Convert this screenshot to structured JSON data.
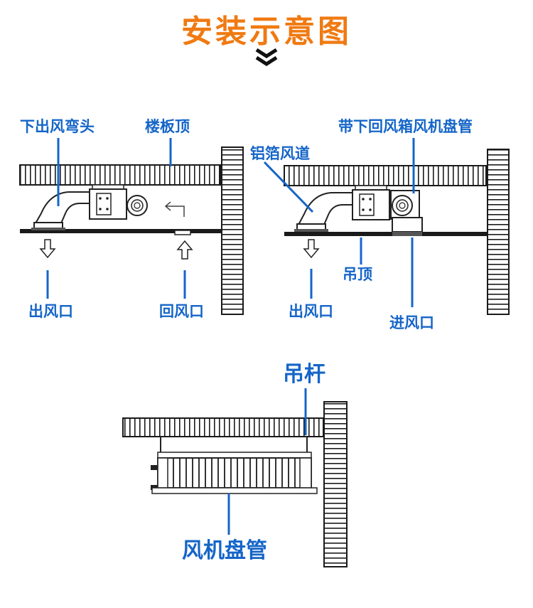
{
  "title": "安装示意图",
  "colors": {
    "title": "#f07a12",
    "label": "#1565c8",
    "line": "#1a1a1a"
  },
  "icons": [
    "double-chevron-down-icon",
    "arrow-down-icon",
    "arrow-up-icon",
    "arrow-corner-icon"
  ],
  "diagram1": {
    "label_bend": "下出风弯头",
    "label_slab": "楼板顶",
    "label_outlet": "出风口",
    "label_return": "回风口"
  },
  "diagram2": {
    "label_unit": "带下回风箱风机盘管",
    "label_duct": "铝箔风道",
    "label_ceiling": "吊顶",
    "label_outlet": "出风口",
    "label_inlet": "进风口"
  },
  "diagram3": {
    "label_rod": "吊杆",
    "label_unit": "风机盘管"
  }
}
